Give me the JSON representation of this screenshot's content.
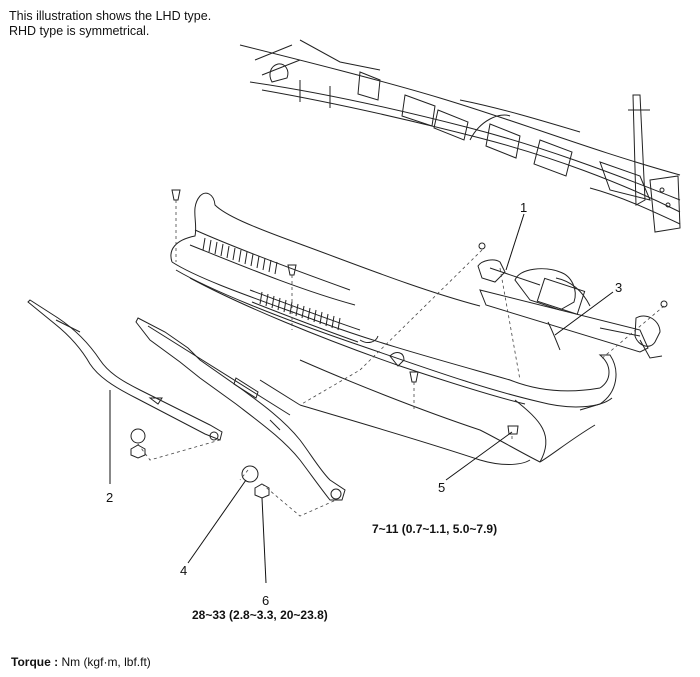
{
  "note": {
    "line1": "This illustration shows the LHD type.",
    "line2": "RHD type is symmetrical."
  },
  "callouts": {
    "c1": "1",
    "c2": "2",
    "c3": "3",
    "c4": "4",
    "c5": "5",
    "c6": "6"
  },
  "torque_specs": {
    "item5": "7~11 (0.7~1.1, 5.0~7.9)",
    "item6": "28~33 (2.8~3.3, 20~23.8)"
  },
  "legend": {
    "label": "Torque :",
    "units": " Nm (kgf·m, lbf.ft)"
  }
}
